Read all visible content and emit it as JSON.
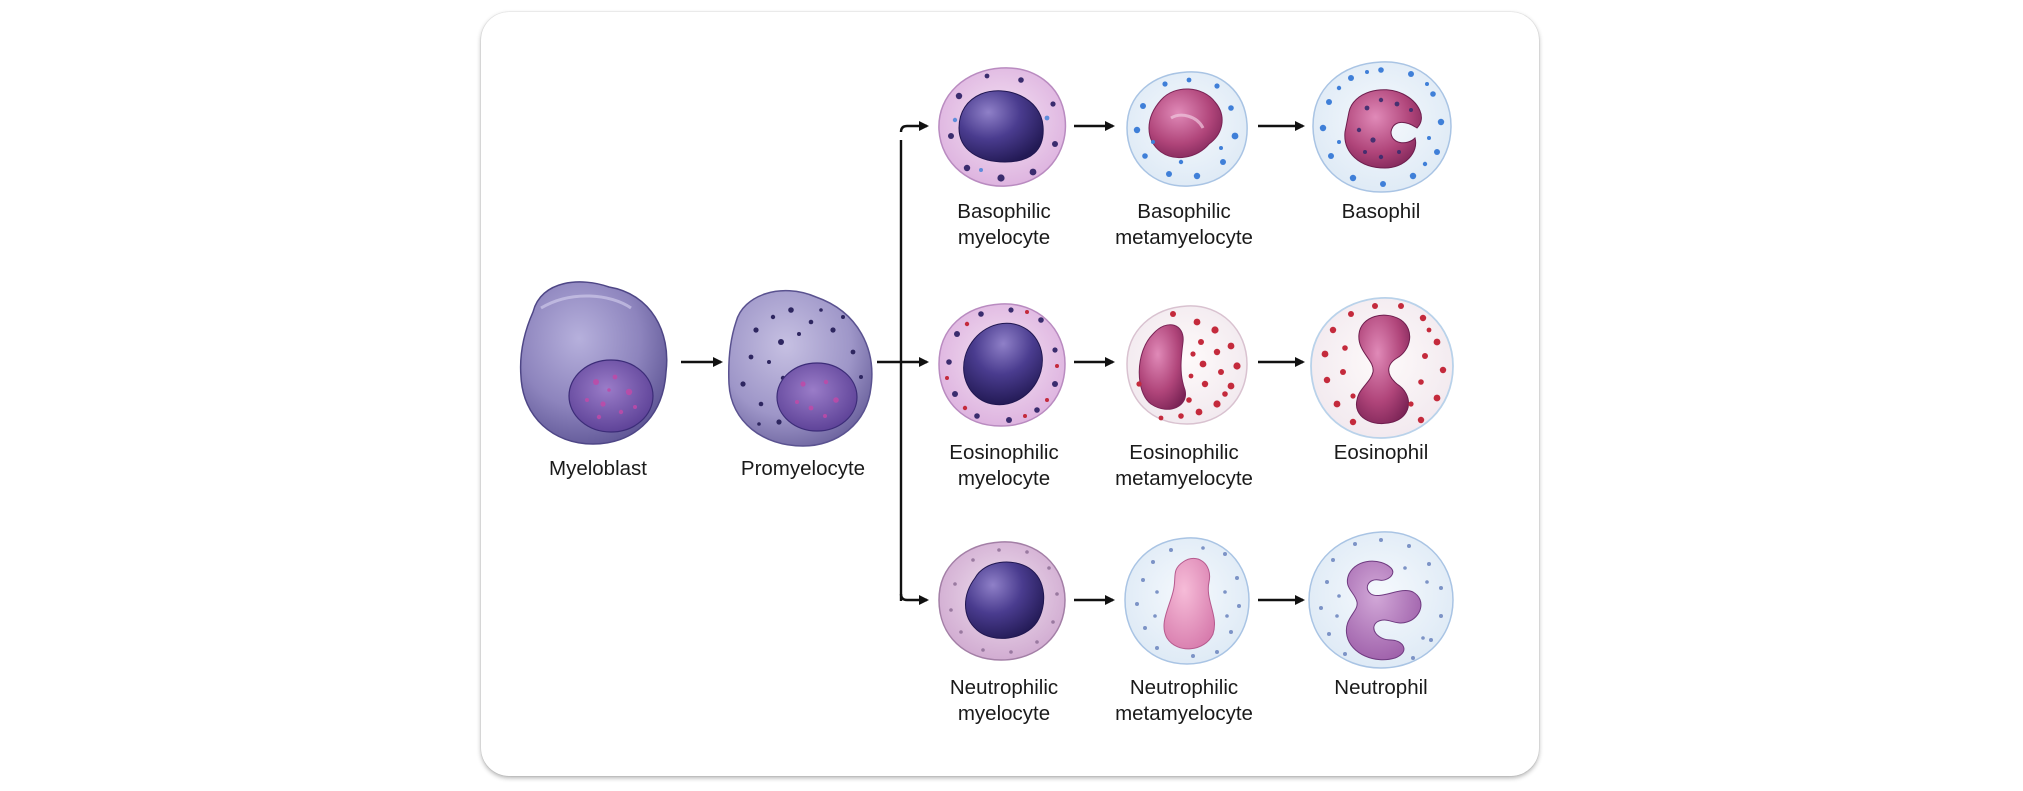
{
  "colors": {
    "card_background": "#ffffff",
    "arrow": "#111111",
    "myeloblast_cytoplasm": "#8d84bd",
    "nucleus_purple": "#4a3c8f",
    "basophil_granules": "#3f7fd8",
    "eosinophil_granules": "#c42a3c",
    "neutrophil_granules": "#7c93c6",
    "mature_nucleus_pink": "#b0457a"
  },
  "cells": {
    "myeloblast": {
      "label": "Myeloblast"
    },
    "promyelocyte": {
      "label": "Promyelocyte"
    },
    "basophilic_myelocyte": {
      "label_line1": "Basophilic",
      "label_line2": "myelocyte"
    },
    "basophilic_metamyelocyte": {
      "label_line1": "Basophilic",
      "label_line2": "metamyelocyte"
    },
    "basophil": {
      "label": "Basophil"
    },
    "eosinophilic_myelocyte": {
      "label_line1": "Eosinophilic",
      "label_line2": "myelocyte"
    },
    "eosinophilic_metamyelocyte": {
      "label_line1": "Eosinophilic",
      "label_line2": "metamyelocyte"
    },
    "eosinophil": {
      "label": "Eosinophil"
    },
    "neutrophilic_myelocyte": {
      "label_line1": "Neutrophilic",
      "label_line2": "myelocyte"
    },
    "neutrophilic_metamyelocyte": {
      "label_line1": "Neutrophilic",
      "label_line2": "metamyelocyte"
    },
    "neutrophil": {
      "label": "Neutrophil"
    }
  }
}
